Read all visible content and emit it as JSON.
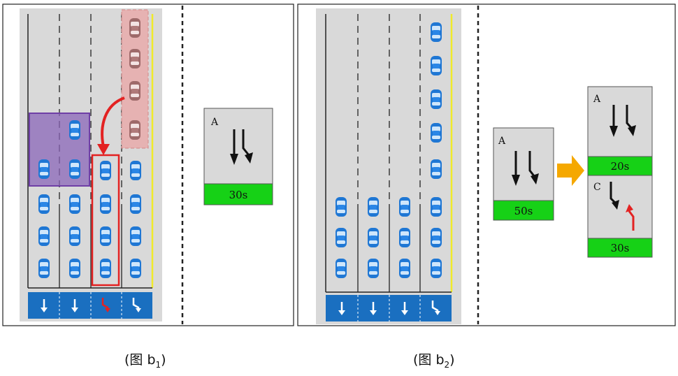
{
  "figures": [
    {
      "caption": "(图 b",
      "caption_sub": "1",
      "caption_close": ")",
      "signal": {
        "label": "A",
        "time": "30s"
      }
    },
    {
      "caption": "(图 b",
      "caption_sub": "2",
      "caption_close": ")",
      "signal_before": {
        "label": "A",
        "time": "50s"
      },
      "signal_after": [
        {
          "label": "A",
          "time": "20s"
        },
        {
          "label": "C",
          "time": "30s"
        }
      ]
    }
  ],
  "colors": {
    "road": "#d9d9d9",
    "lane_mark_bar": "#1a6fc0",
    "timer_green": "#16d116",
    "highlight_red": "#e32222",
    "waiting_zone_purple": "#6f3fa6",
    "queue_zone_pink": "#e9a8a8",
    "transition_arrow": "#f5a800",
    "curb_yellow": "#f0ea2a"
  },
  "icons": [
    "car-icon",
    "straight-arrow-icon",
    "left-turn-arrow-icon",
    "transition-arrow-icon"
  ]
}
